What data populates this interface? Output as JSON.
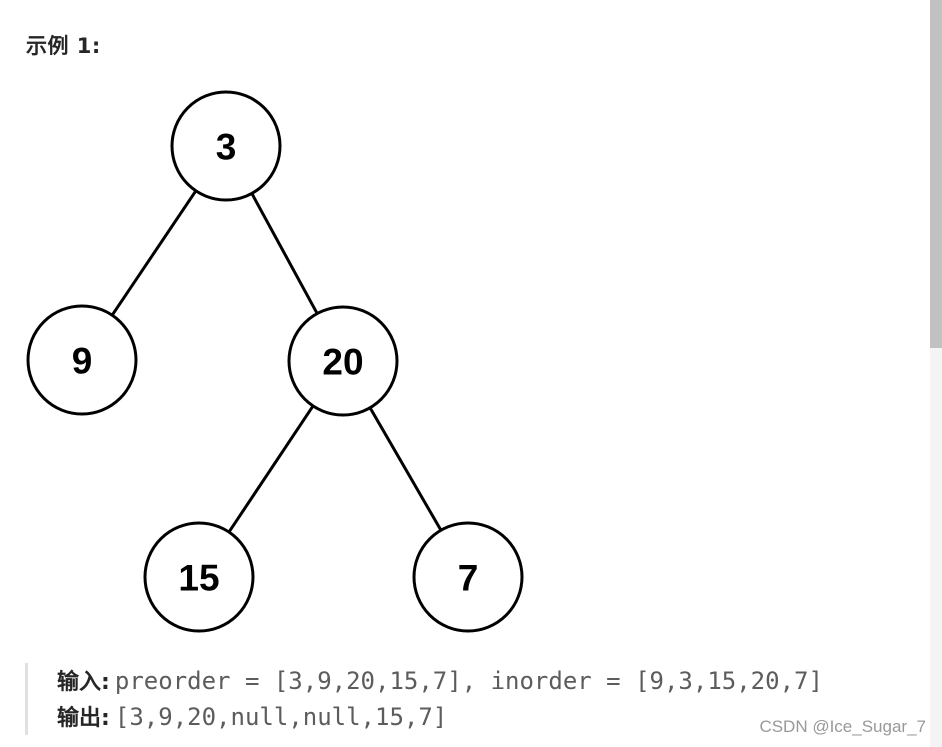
{
  "example": {
    "title": "示例 1:"
  },
  "tree": {
    "nodes": [
      {
        "id": "n3",
        "label": "3"
      },
      {
        "id": "n9",
        "label": "9"
      },
      {
        "id": "n20",
        "label": "20"
      },
      {
        "id": "n15",
        "label": "15"
      },
      {
        "id": "n7",
        "label": "7"
      }
    ],
    "edges": [
      {
        "from": "n3",
        "to": "n9"
      },
      {
        "from": "n3",
        "to": "n20"
      },
      {
        "from": "n20",
        "to": "n15"
      },
      {
        "from": "n20",
        "to": "n7"
      }
    ]
  },
  "io": {
    "input_label": "输入:",
    "input_value": "preorder = [3,9,20,15,7], inorder = [9,3,15,20,7]",
    "output_label": "输出:",
    "output_value": "[3,9,20,null,null,15,7]"
  },
  "watermark": "CSDN @Ice_Sugar_7",
  "colors": {
    "stroke": "#000000",
    "text_value": "#5c5c5c",
    "watermark": "#999999",
    "blockquote_border": "#e0e0e0"
  }
}
